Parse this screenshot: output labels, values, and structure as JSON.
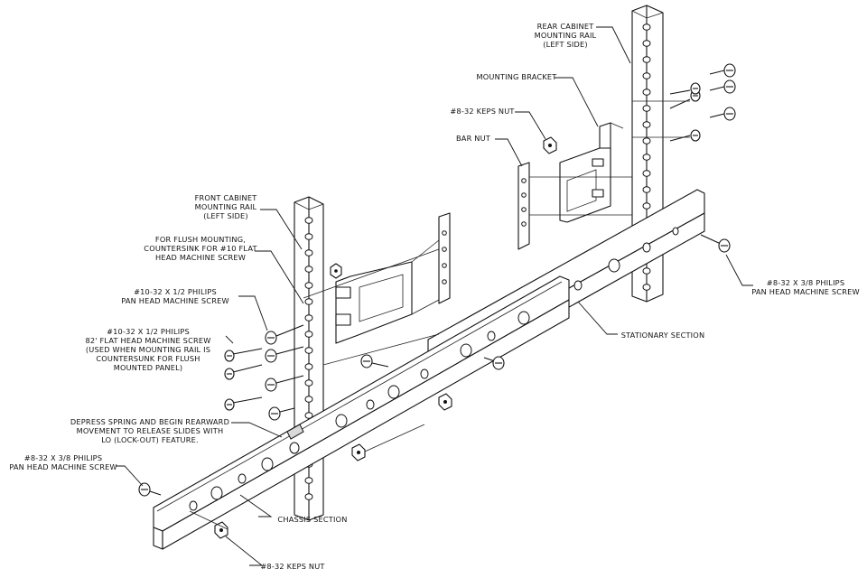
{
  "labels": {
    "rear_rail": [
      "REAR CABINET",
      "MOUNTING RAIL",
      "(LEFT SIDE)"
    ],
    "mounting_bracket": [
      "MOUNTING BRACKET"
    ],
    "keps_nut_top": [
      "#8-32 KEPS NUT"
    ],
    "bar_nut": [
      "BAR NUT"
    ],
    "front_rail": [
      "FRONT CABINET",
      "MOUNTING RAIL",
      "(LEFT SIDE)"
    ],
    "flush_mounting": [
      "FOR FLUSH MOUNTING,",
      "COUNTERSINK FOR #10 FLAT",
      "HEAD MACHINE SCREW"
    ],
    "pan_head_10": [
      "#10-32 X 1/2 PHILIPS",
      "PAN HEAD MACHINE SCREW"
    ],
    "flat_head_10": [
      "#10-32 X 1/2 PHILIPS",
      "82' FLAT HEAD MACHINE SCREW",
      "(USED WHEN MOUNTING RAIL IS",
      "COUNTERSUNK FOR FLUSH",
      "MOUNTED PANEL)"
    ],
    "depress_spring": [
      "DEPRESS SPRING AND BEGIN REARWARD",
      "MOVEMENT TO RELEASE SLIDES WITH",
      "LO (LOCK-OUT) FEATURE."
    ],
    "pan_head_8_left": [
      "#8-32 X 3/8 PHILIPS",
      "PAN HEAD MACHINE SCREW"
    ],
    "chassis_section": [
      "CHASSIS SECTION"
    ],
    "keps_nut_bottom": [
      "#8-32 KEPS NUT"
    ],
    "stationary_section": [
      "STATIONARY SECTION"
    ],
    "pan_head_8_right": [
      "#8-32 X 3/8 PHILIPS",
      "PAN HEAD MACHINE SCREW"
    ]
  }
}
